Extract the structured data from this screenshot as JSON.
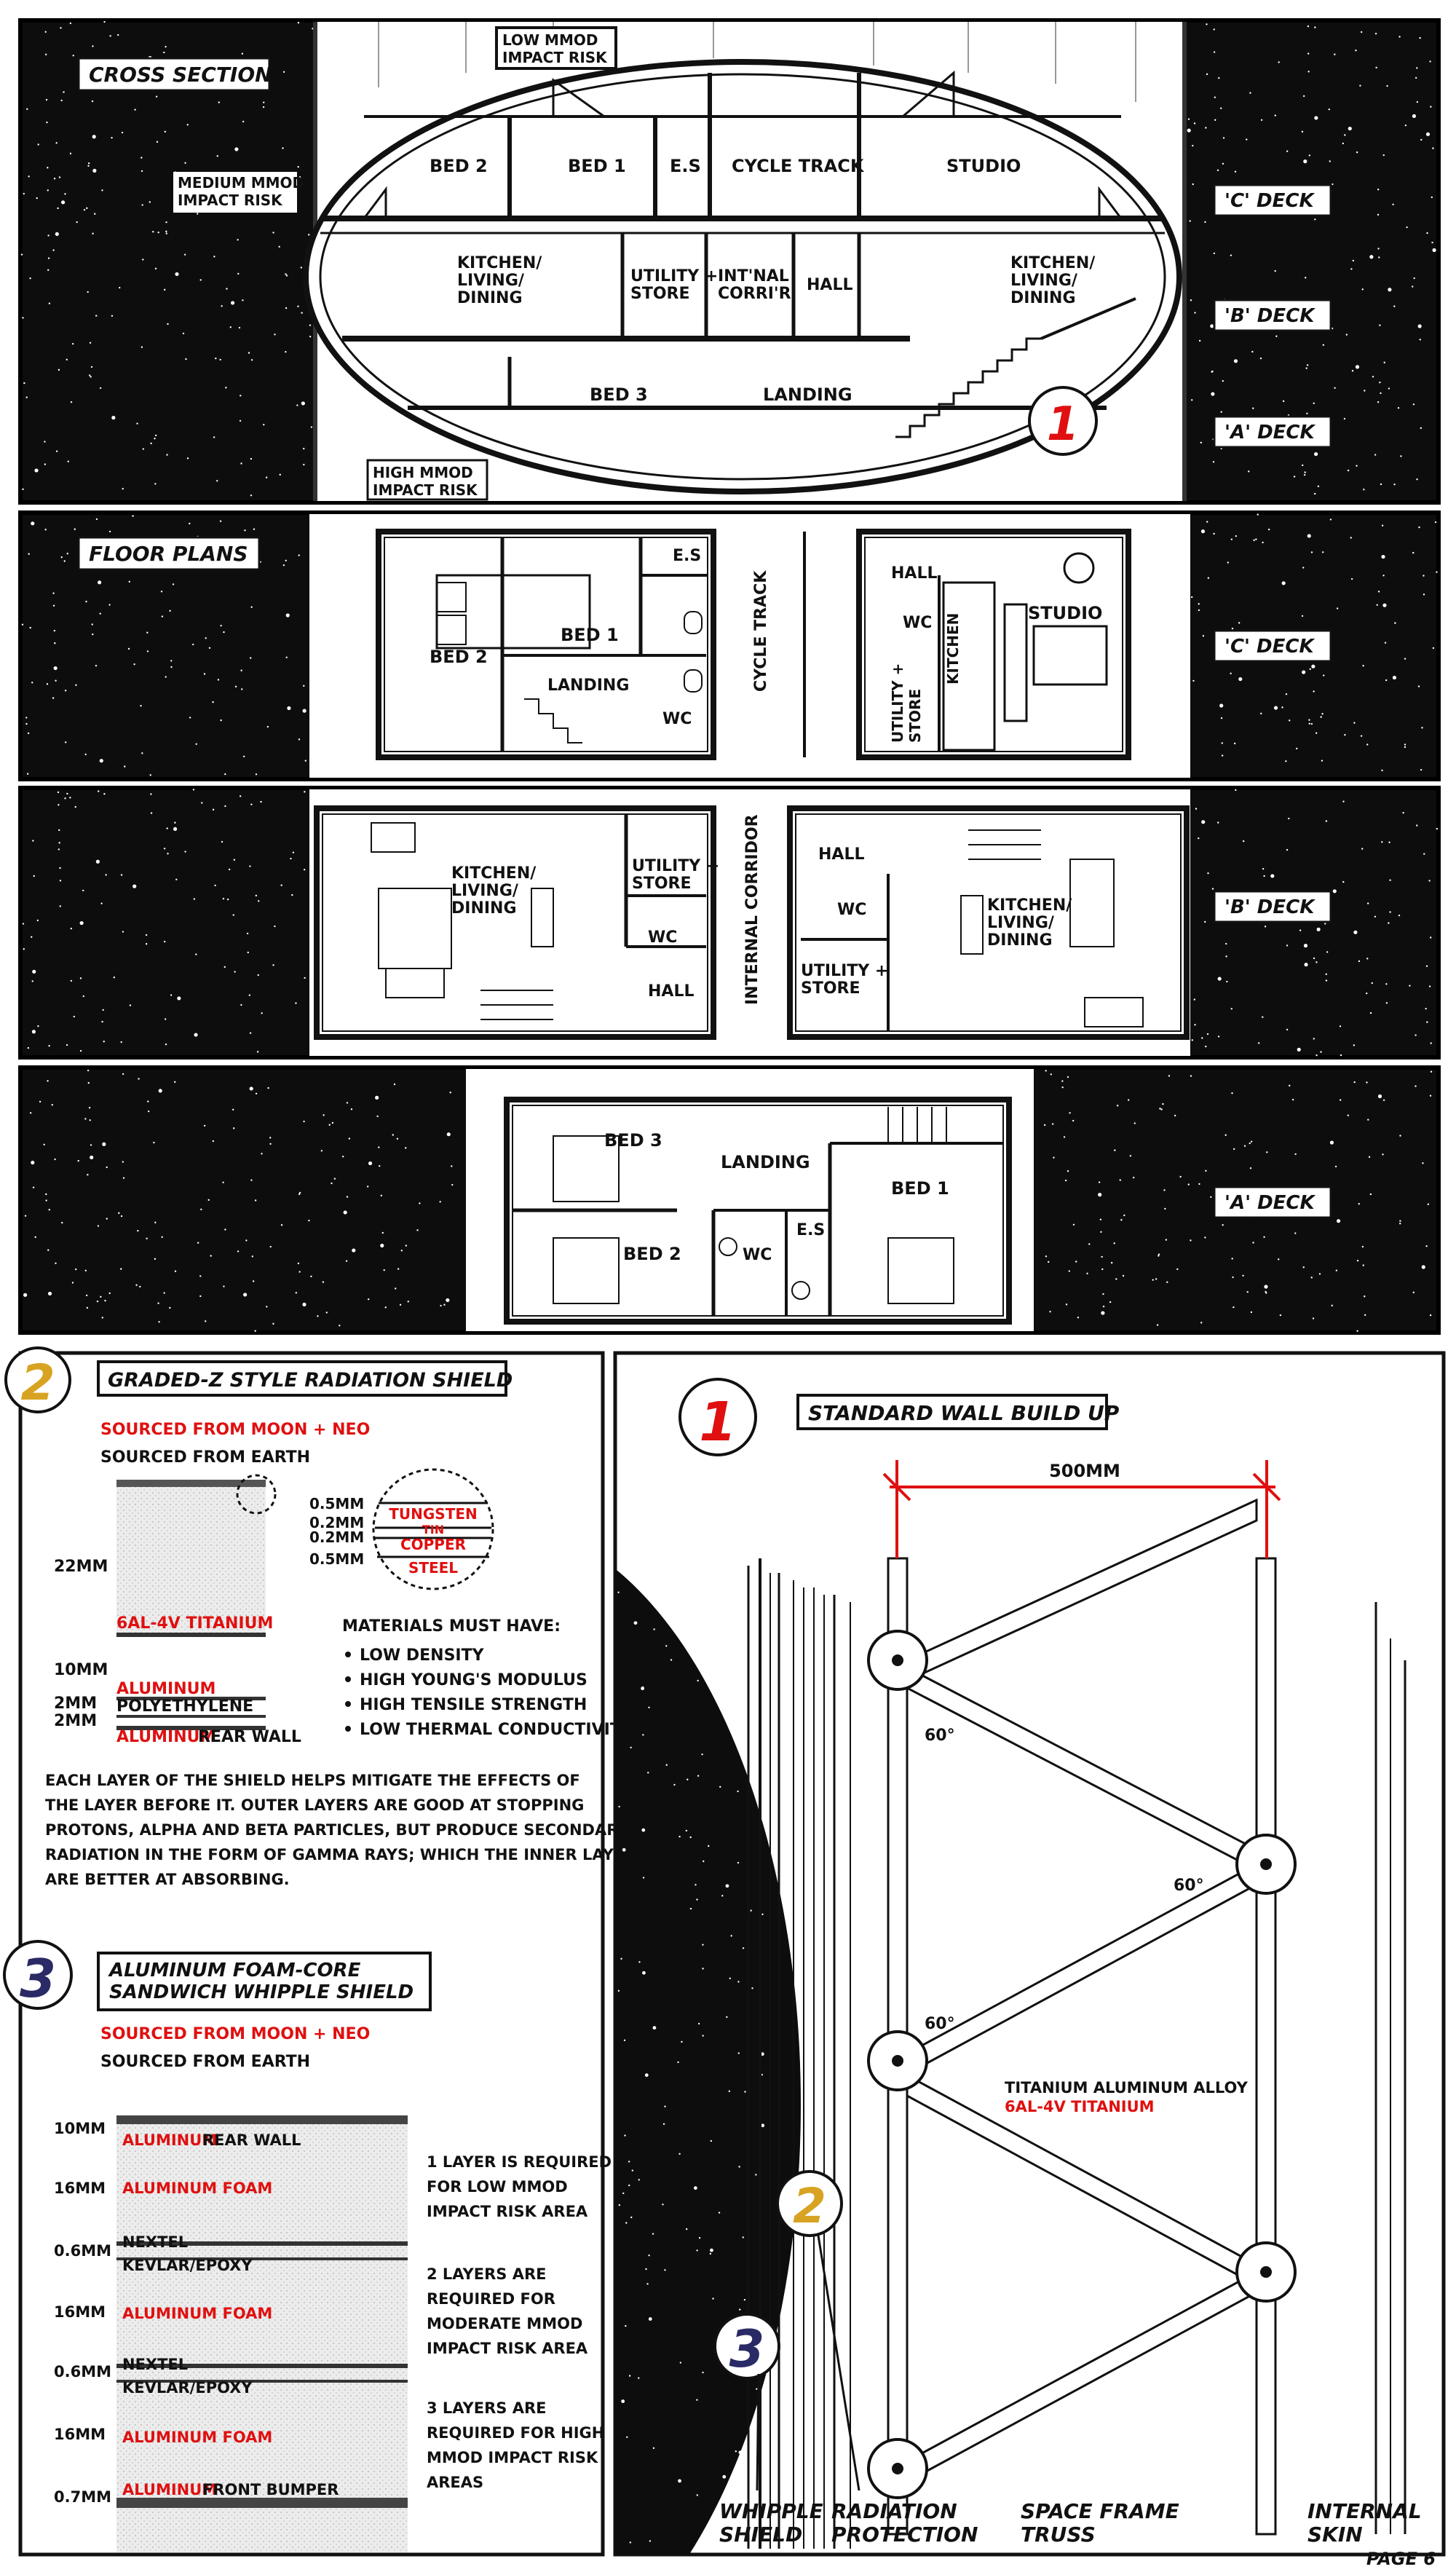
{
  "page_number": "PAGE 6",
  "cross_section": {
    "title": "CROSS SECTION",
    "risk_low": [
      "LOW MMOD",
      "IMPACT RISK"
    ],
    "risk_medium": [
      "MEDIUM MMOD",
      "IMPACT RISK"
    ],
    "risk_high": [
      "HIGH MMOD",
      "IMPACT RISK"
    ],
    "rooms": {
      "bed2": "BED 2",
      "bed1": "BED 1",
      "es": "E.S",
      "cycle_track": "CYCLE TRACK",
      "studio": "STUDIO",
      "kitchen_left": [
        "KITCHEN/",
        "LIVING/",
        "DINING"
      ],
      "utility": [
        "UTILITY +",
        "STORE"
      ],
      "int_corridor": [
        "INT'NAL",
        "CORRI'R"
      ],
      "hall": "HALL",
      "kitchen_right": [
        "KITCHEN/",
        "LIVING/",
        "DINING"
      ],
      "bed3": "BED 3",
      "landing": "LANDING"
    },
    "callout": "1",
    "decks": [
      "'C' DECK",
      "'B' DECK",
      "'A' DECK"
    ]
  },
  "floor_plans": {
    "title": "FLOOR PLANS",
    "c_deck": {
      "label": "'C' DECK",
      "left": {
        "bed2": "BED 2",
        "bed1": "BED 1",
        "es": "E.S",
        "landing": "LANDING",
        "wc": "WC"
      },
      "cycle_track": "CYCLE TRACK",
      "right": {
        "hall": "HALL",
        "wc": "WC",
        "kitchen": "KITCHEN",
        "studio": "STUDIO",
        "utility": [
          "UTILITY +",
          "STORE"
        ]
      }
    },
    "b_deck": {
      "label": "'B' DECK",
      "left": {
        "kitchen": [
          "KITCHEN/",
          "LIVING/",
          "DINING"
        ],
        "utility": [
          "UTILITY +",
          "STORE"
        ],
        "wc": "WC",
        "hall": "HALL"
      },
      "corridor": "INTERNAL CORRIDOR",
      "right": {
        "hall": "HALL",
        "wc": "WC",
        "utility": [
          "UTILITY +",
          "STORE"
        ],
        "kitchen": [
          "KITCHEN/",
          "LIVING/",
          "DINING"
        ]
      }
    },
    "a_deck": {
      "label": "'A' DECK",
      "rooms": {
        "bed3": "BED 3",
        "landing": "LANDING",
        "bed1": "BED 1",
        "bed2": "BED 2",
        "wc": "WC",
        "es": "E.S"
      }
    }
  },
  "radiation_shield": {
    "number": "2",
    "title": "GRADED-Z STYLE RADIATION SHIELD",
    "legend_moon": "SOURCED FROM MOON + NEO",
    "legend_earth": "SOURCED FROM EARTH",
    "dim_22": "22MM",
    "dim_10": "10MM",
    "dim_2a": "2MM",
    "dim_2b": "2MM",
    "layer_titanium": "6AL-4V TITANIUM",
    "layer_aluminum": "ALUMINUM",
    "layer_poly": "POLYETHYLENE",
    "layer_rear_prefix": "ALUMINUM",
    "layer_rear_suffix": "REAR WALL",
    "detail_dims": [
      "0.5MM",
      "0.2MM",
      "0.2MM",
      "0.5MM"
    ],
    "detail_layers": [
      "TUNGSTEN",
      "TIN",
      "COPPER",
      "STEEL"
    ],
    "materials_title": "MATERIALS MUST HAVE:",
    "materials": [
      "LOW DENSITY",
      "HIGH YOUNG'S MODULUS",
      "HIGH TENSILE STRENGTH",
      "LOW THERMAL CONDUCTIVITY"
    ],
    "description": [
      "EACH LAYER OF THE SHIELD HELPS MITIGATE THE EFFECTS OF",
      "THE LAYER BEFORE IT. OUTER LAYERS ARE GOOD AT STOPPING",
      "PROTONS, ALPHA AND BETA PARTICLES, BUT PRODUCE SECONDARY",
      "RADIATION IN THE FORM OF GAMMA RAYS; WHICH THE INNER LAYERS",
      "ARE BETTER AT ABSORBING."
    ]
  },
  "whipple_shield": {
    "number": "3",
    "title": [
      "ALUMINUM FOAM-CORE",
      "SANDWICH WHIPPLE SHIELD"
    ],
    "legend_moon": "SOURCED FROM MOON + NEO",
    "legend_earth": "SOURCED FROM EARTH",
    "dims": [
      "10MM",
      "16MM",
      "0.6MM",
      "16MM",
      "0.6MM",
      "16MM",
      "0.7MM"
    ],
    "rear_prefix": "ALUMINUM",
    "rear_suffix": "REAR WALL",
    "foam": "ALUMINUM FOAM",
    "nextel": "NEXTEL",
    "kevlar": "KEVLAR/EPOXY",
    "front_prefix": "ALUMINUM",
    "front_suffix": "FRONT BUMPER",
    "note_low": [
      "1 LAYER IS REQUIRED",
      "FOR LOW MMOD",
      "IMPACT RISK AREA"
    ],
    "note_mod": [
      "2 LAYERS ARE",
      "REQUIRED FOR",
      "MODERATE MMOD",
      "IMPACT RISK AREA"
    ],
    "note_high": [
      "3 LAYERS ARE",
      "REQUIRED FOR HIGH",
      "MMOD IMPACT RISK",
      "AREAS"
    ]
  },
  "wall_buildup": {
    "number": "1",
    "title": "STANDARD WALL BUILD UP",
    "dimension": "500MM",
    "angles": [
      "60°",
      "60°",
      "60°"
    ],
    "material": "TITANIUM ALUMINUM ALLOY",
    "material_red": "6AL-4V TITANIUM",
    "marker_2": "2",
    "marker_3": "3",
    "labels": {
      "whipple": [
        "WHIPPLE",
        "SHIELD"
      ],
      "radiation": [
        "RADIATION",
        "PROTECTION"
      ],
      "truss": [
        "SPACE FRAME",
        "TRUSS"
      ],
      "skin": [
        "INTERNAL",
        "SKIN"
      ]
    }
  }
}
